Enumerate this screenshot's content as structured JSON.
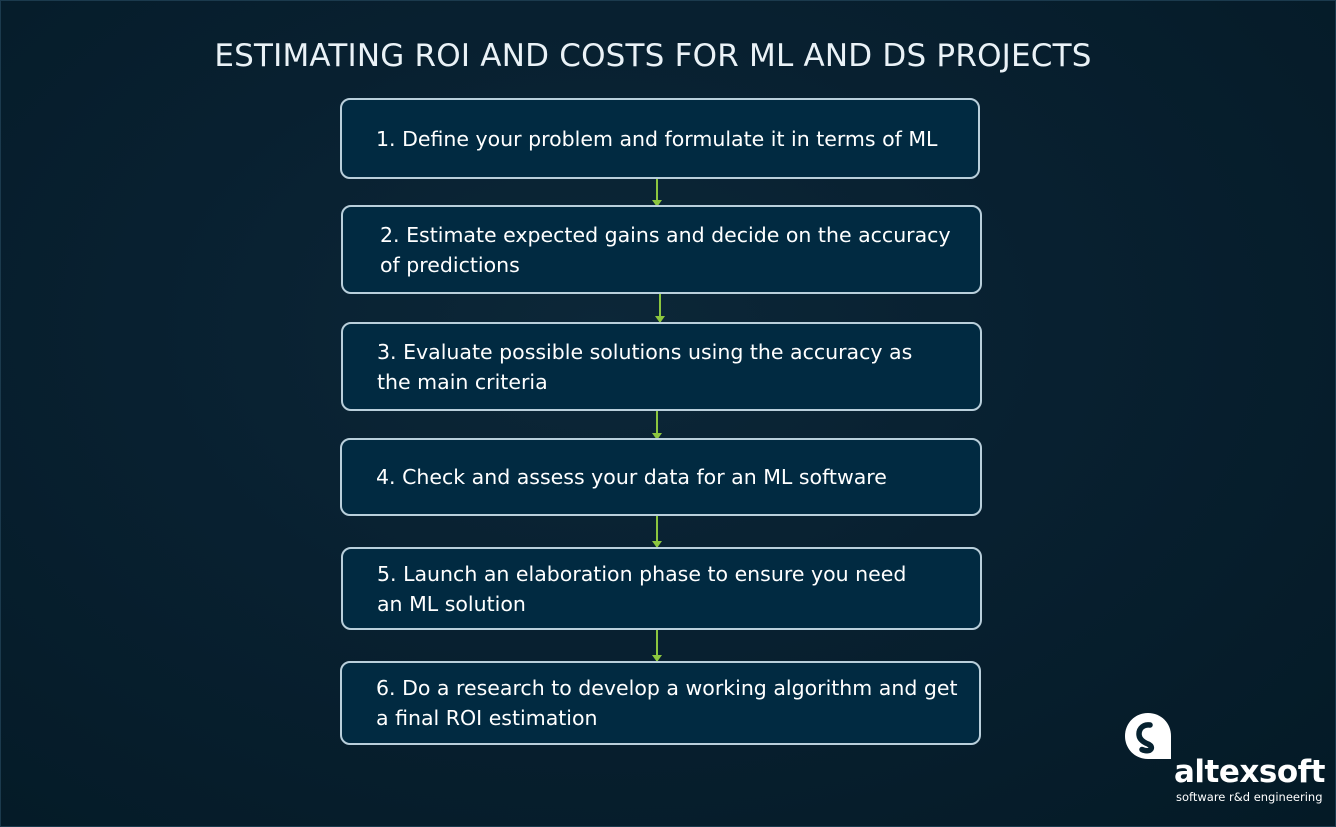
{
  "header": {
    "title": "ESTIMATING ROI AND COSTS FOR ML AND DS PROJECTS"
  },
  "steps": [
    {
      "number": 1,
      "text": "1. Define your problem and formulate it in terms of ML"
    },
    {
      "number": 2,
      "text": "2. Estimate expected gains and decide on the accuracy of predictions"
    },
    {
      "number": 3,
      "text": "3. Evaluate possible solutions using the accuracy as the main criteria"
    },
    {
      "number": 4,
      "text": "4. Check and assess your data for an ML software"
    },
    {
      "number": 5,
      "text": "5. Launch an elaboration phase to ensure you need an ML solution"
    },
    {
      "number": 6,
      "text": "6. Do a research to develop a working algorithm and get a final ROI estimation"
    }
  ],
  "brand": {
    "name": "altexsoft",
    "tagline": "software r&d engineering",
    "icon": "altexsoft-logo-icon"
  },
  "colors": {
    "background": "#062230",
    "box_fill": "#012a41",
    "box_border": "#b9cfdb",
    "arrow": "#8cc63f",
    "text": "#ffffff"
  }
}
